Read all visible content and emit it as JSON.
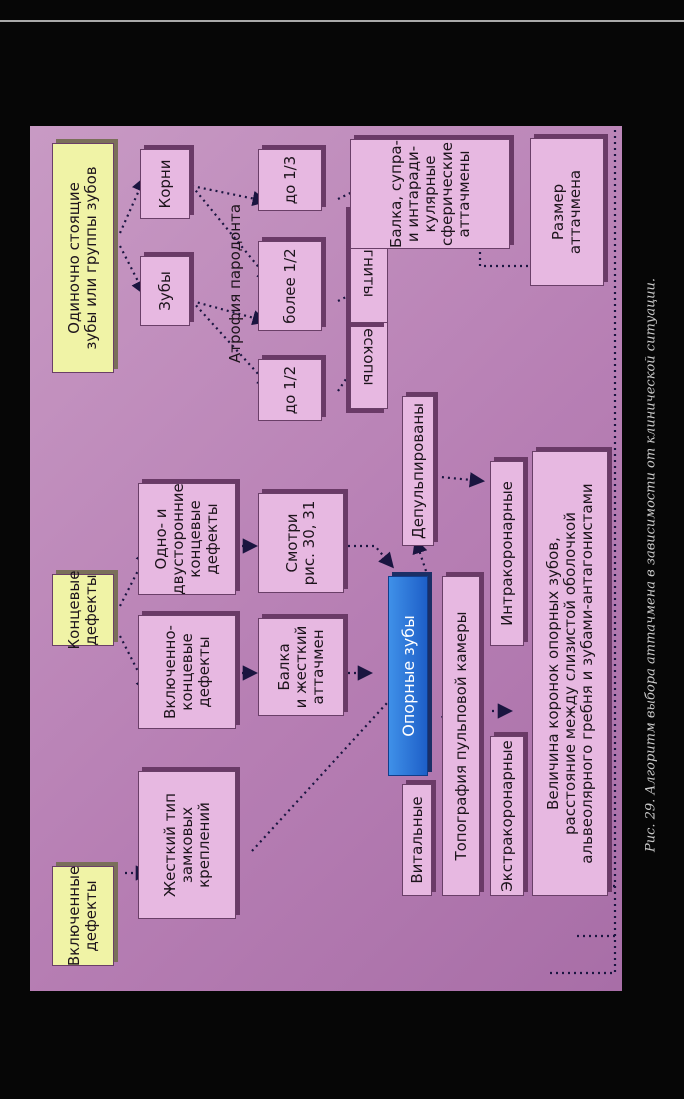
{
  "boxes": {
    "included_defects": "Включенные\nдефекты",
    "end_defects": "Концевые\nдефекты",
    "single_teeth": "Одиночно стоящие\nзубы или группы зубов",
    "rigid_locks": "Жесткий тип\nзамковых\nкреплений",
    "included_end": "Включенно-\nконцевые\nдефекты",
    "one_two_sided": "Одно- и\nдвусторонние\nконцевые\nдефекты",
    "teeth": "Зубы",
    "roots": "Корни",
    "beam_rigid": "Балка\nи жесткий\nаттачмен",
    "see_fig": "Смотри\nрис. 30, 31",
    "up_to_half": "до 1/2",
    "more_than_half": "более 1/2",
    "up_to_third": "до 1/3",
    "abutment_teeth": "Опорные зубы",
    "telescopes": "телескопы",
    "magnets": "магниты",
    "beam_spherical": "Балка, супра-\nи интаради-\nкулярные\nсферические\nаттачмены",
    "vital": "Витальные",
    "depulped": "Депульпированы",
    "pulp_topography": "Топография пульповой камеры",
    "extracoronal": "Экстракоронарные",
    "intracoronal": "Интракоронарные",
    "crown_size": "Величина коронок опорных зубов,\nрасстояние между слизистой оболочкой\nальвеолярного гребня и зубами-антагонистами",
    "attachment_size": "Размер\nаттачмена"
  },
  "labels": {
    "periodontal_atrophy": "Атрофия пародонта"
  },
  "caption": "Рис. 29. Алгоритм выбора аттачмена в зависимости от клинической ситуации.",
  "colors": {
    "panel": "#b77fb4",
    "box": "#e7b8e1",
    "highlight_box": "#f0f3a6",
    "abutment_box": "#2a6fd6",
    "arrow": "#1a1540"
  }
}
